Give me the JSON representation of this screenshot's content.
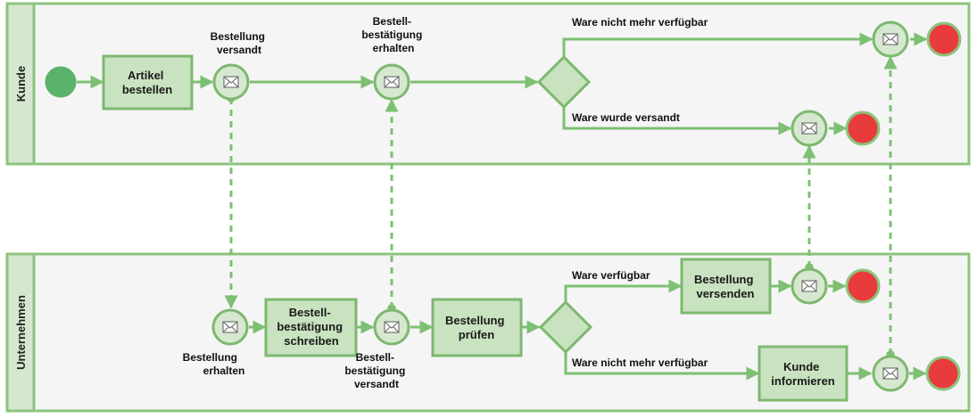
{
  "lanes": {
    "kunde": "Kunde",
    "unternehmen": "Unternehmen"
  },
  "tasks": {
    "artikel_bestellen": [
      "Artikel",
      "bestellen"
    ],
    "bestellbestaetigung_schreiben": [
      "Bestell-",
      "bestätigung",
      "schreiben"
    ],
    "bestellung_pruefen": [
      "Bestellung",
      "prüfen"
    ],
    "bestellung_versenden": [
      "Bestellung",
      "versenden"
    ],
    "kunde_informieren": [
      "Kunde",
      "informieren"
    ]
  },
  "labels": {
    "bestellung_versandt": [
      "Bestellung",
      "versandt"
    ],
    "bestellbestaetigung_erhalten": [
      "Bestell-",
      "bestätigung",
      "erhalten"
    ],
    "ware_nicht_verfuegbar_top": "Ware nicht mehr verfügbar",
    "ware_wurde_versandt": "Ware wurde versandt",
    "bestellung_erhalten": [
      "Bestellung",
      "erhalten"
    ],
    "bestellbestaetigung_versandt": [
      "Bestell-",
      "bestätigung",
      "versandt"
    ],
    "ware_verfuegbar": "Ware verfügbar",
    "ware_nicht_verfuegbar_bottom": "Ware nicht mehr verfügbar"
  },
  "colors": {
    "flow": "#7dc073",
    "task_fill": "#c9e2c0",
    "start": "#5ab36a",
    "end": "#e83c3c"
  }
}
